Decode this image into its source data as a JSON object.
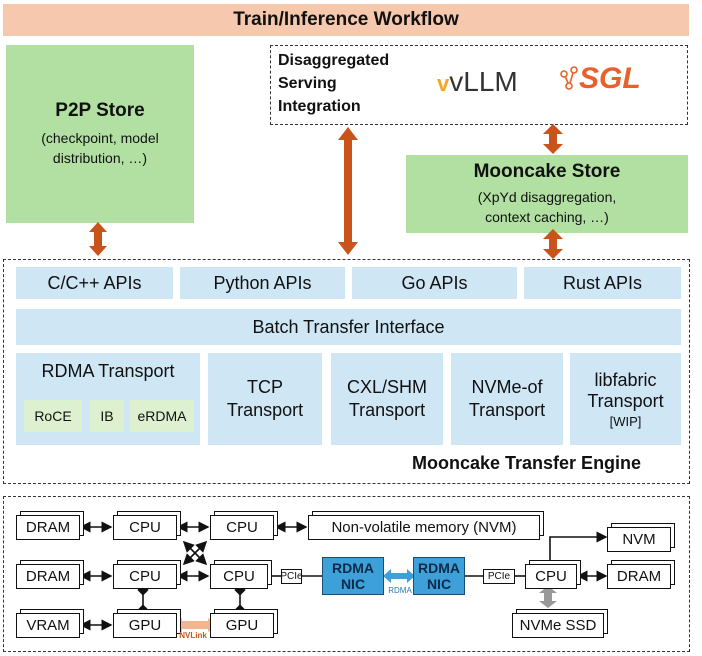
{
  "workflow_bar": "Train/Inference Workflow",
  "p2p_store": {
    "title": "P2P Store",
    "subtitle_line1": "(checkpoint, model",
    "subtitle_line2": "distribution, …)"
  },
  "serving": {
    "line1": "Disaggregated",
    "line2": "Serving",
    "line3": "Integration",
    "vllm_logo": "vLLM",
    "sgl_logo": "SGL"
  },
  "mooncake_store": {
    "title": "Mooncake Store",
    "subtitle_line1": "(XpYd disaggregation,",
    "subtitle_line2": "context caching, …)"
  },
  "apis": [
    "C/C++ APIs",
    "Python APIs",
    "Go APIs",
    "Rust APIs"
  ],
  "batch_transfer": "Batch Transfer Interface",
  "rdma_transport": {
    "title": "RDMA Transport",
    "chips": [
      "RoCE",
      "IB",
      "eRDMA"
    ]
  },
  "transports": [
    {
      "line1": "TCP",
      "line2": "Transport"
    },
    {
      "line1": "CXL/SHM",
      "line2": "Transport"
    },
    {
      "line1": "NVMe-of",
      "line2": "Transport"
    }
  ],
  "libfabric": {
    "line1": "libfabric",
    "line2": "Transport",
    "line3": "[WIP]"
  },
  "engine_label": "Mooncake Transfer Engine",
  "hardware": {
    "dram": "DRAM",
    "cpu": "CPU",
    "gpu": "GPU",
    "vram": "VRAM",
    "nvm_bar": "Non-volatile memory (NVM)",
    "pcie": "PCIe",
    "nic_line1": "RDMA",
    "nic_line2": "NIC",
    "rdma_link": "RDMA",
    "nvlink": "NVLink",
    "nvm": "NVM",
    "nvme_ssd": "NVMe SSD"
  },
  "colors": {
    "workflow": "#f6c8ad",
    "store": "#b2e0a2",
    "api": "#cfe6f5",
    "arrow": "#c8541b",
    "nic": "#3ea0d8"
  }
}
